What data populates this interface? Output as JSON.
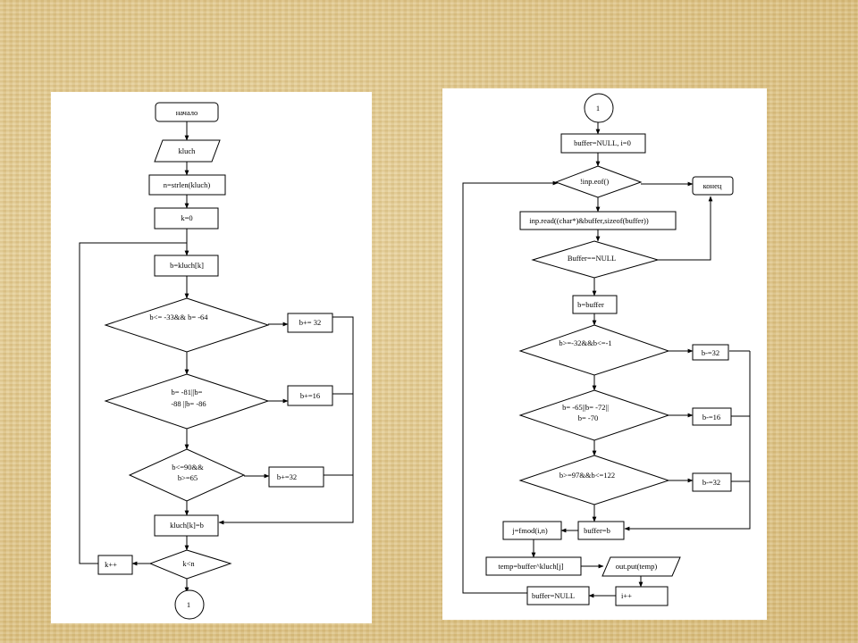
{
  "left_flowchart": {
    "start": "начало",
    "input_kluch": "kluch",
    "n_assign": "n=strlen(kluch)",
    "k_init": "k=0",
    "b_assign": "b=kluch[k]",
    "cond1": "b<= -33&& b= -64",
    "act1": "b+= 32",
    "cond2_line1": "b= -81||b=",
    "cond2_line2": "-88 ||b= -86",
    "act2": "b+=16",
    "cond3_line1": "b<=90&&",
    "cond3_line2": "b>=65",
    "act3": "b+=32",
    "store": "kluch[k]=b",
    "loop_cond": "k<n",
    "increment": "k++",
    "connector": "1"
  },
  "right_flowchart": {
    "connector": "1",
    "init": "buffer=NULL, i=0",
    "eof_cond": "!inp.eof()",
    "end": "конец",
    "read": "inp.read((char*)&buffer,sizeof(buffer))",
    "null_cond": "Buffer==NULL",
    "b_assign": "b=buffer",
    "cond1": "b>=-32&&b<=-1",
    "act1": "b-=32",
    "cond2_line1": "b= -65||b= -72||",
    "cond2_line2": "b= -70",
    "act2": "b-=16",
    "cond3": "b>=97&&b<=122",
    "act3": "b-=32",
    "buffer_assign": "buffer=b",
    "j_assign": "j=fmod(i,n)",
    "temp_assign": "temp=buffer^kluch[j]",
    "output": "out.put(temp)",
    "increment": "i++",
    "reset": "buffer=NULL"
  }
}
